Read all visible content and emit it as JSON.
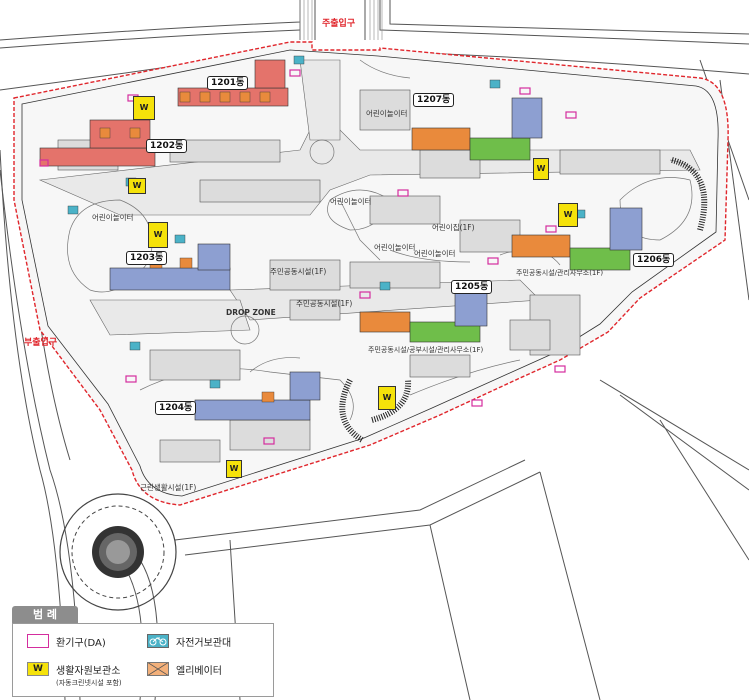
{
  "map": {
    "buildings": [
      "1201동",
      "1202동",
      "1203동",
      "1204동",
      "1205동",
      "1206동",
      "1207동"
    ],
    "entrances": {
      "main": "주출입구",
      "secondary": "부출입구"
    },
    "facilities": {
      "kids_play_1": "어린이놀이터",
      "kids_play_2": "어린이놀이터",
      "kids_play_3": "어린이놀이터",
      "kids_play_4": "어린이놀이터",
      "kids_play_5": "어린이놀이터",
      "daycare": "어린이집(1F)",
      "community_1": "주민공동시설(1F)",
      "community_2": "주민공동시설(1F)",
      "community_3": "주민공동시설/공부시설/관리사무소(1F)",
      "community_4": "주민공동시설/관리사무소(1F)",
      "shop": "근린생활시설(1F)",
      "drop_zone": "DROP ZONE"
    },
    "yellow_marker_label": "W"
  },
  "legend": {
    "title": "범 례",
    "items": [
      {
        "label": "환기구(DA)",
        "color": "#d42d9e",
        "icon": "da-outline"
      },
      {
        "label": "자전거보관대",
        "color": "#4bb2c7",
        "icon": "bicycle-icon"
      },
      {
        "label": "생활자원보관소",
        "sublabel": "(자동크린넷시설 포함)",
        "swatch_text": "W",
        "color": "#f5e20a",
        "icon": "w-box"
      },
      {
        "label": "엘리베이터",
        "color": "#f3b07a",
        "icon": "elevator-cross"
      }
    ]
  },
  "colors": {
    "boundary": "#e0262c",
    "building_red": "#e4736b",
    "building_blue": "#8d9fd1",
    "building_green": "#6fbe4a",
    "elevator_orange": "#e98a3c",
    "road_line": "#555555"
  }
}
